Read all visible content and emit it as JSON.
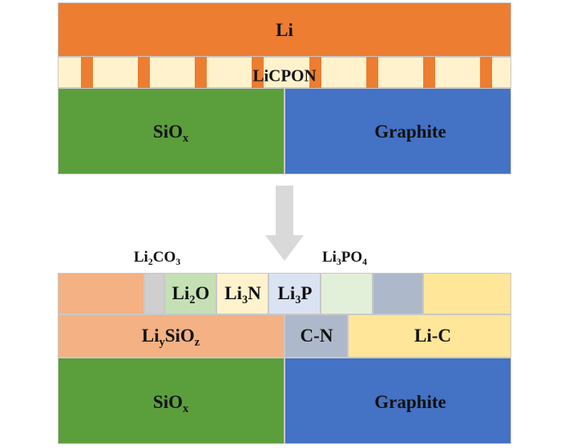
{
  "top_panel": {
    "li_label": "Li",
    "licpon_label": "LiCPON",
    "siox_label": {
      "base": "SiO",
      "sub": "x"
    },
    "graphite_label": "Graphite"
  },
  "bottom_panel": {
    "callouts": {
      "li2co3": {
        "a": "Li",
        "b": "2",
        "c": "CO",
        "d": "3"
      },
      "li3po4": {
        "a": "Li",
        "b": "3",
        "c": "PO",
        "d": "4"
      }
    },
    "sei_top": {
      "li2o": {
        "a": "Li",
        "b": "2",
        "c": "O"
      },
      "li3n": {
        "a": "Li",
        "b": "3",
        "c": "N"
      },
      "li3p": {
        "a": "Li",
        "b": "3",
        "c": "P"
      }
    },
    "sei_mid": {
      "liysioz": {
        "a": "Li",
        "b": "y",
        "c": "SiO",
        "d": "z"
      },
      "cn": "C-N",
      "lic": "Li-C"
    },
    "siox_label": {
      "base": "SiO",
      "sub": "x"
    },
    "graphite_label": "Graphite"
  },
  "colors": {
    "li": "#ED7D31",
    "licpon": "#FFF2CC",
    "siox": "#5B9E3C",
    "graphite": "#4472C4",
    "arrow": "#d9d9d9",
    "li2co3_block": "#d0cece",
    "li2o": "#c5e0b4",
    "li3n": "#fff2cc",
    "li3p": "#dae3f3",
    "li3po4_block": "#e2f0d9",
    "gray_blue": "#adb9ca",
    "li_c": "#ffe699",
    "liysioz": "#f4b183",
    "cn": "#adb9ca"
  }
}
